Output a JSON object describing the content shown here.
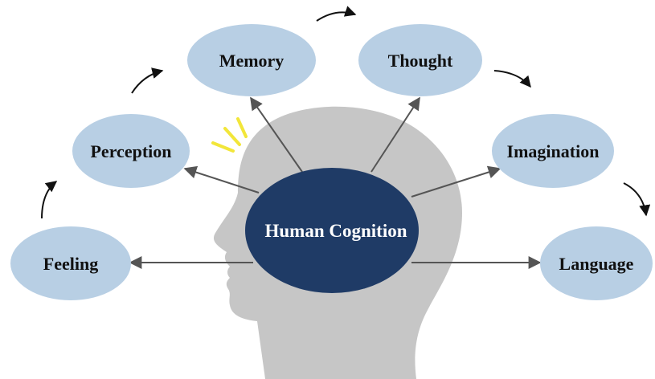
{
  "diagram": {
    "center": {
      "label": "Human Cognition"
    },
    "nodes": [
      {
        "id": "feeling",
        "label": "Feeling"
      },
      {
        "id": "perception",
        "label": "Perception"
      },
      {
        "id": "memory",
        "label": "Memory"
      },
      {
        "id": "thought",
        "label": "Thought"
      },
      {
        "id": "imagination",
        "label": "Imagination"
      },
      {
        "id": "language",
        "label": "Language"
      }
    ]
  },
  "colors": {
    "node_fill": "#b8cfe4",
    "center_fill": "#1f3b66",
    "head_fill": "#c6c6c6",
    "arrow": "#555555",
    "flow_arrow": "#111111",
    "highlight_marks": "#f2e63a"
  }
}
